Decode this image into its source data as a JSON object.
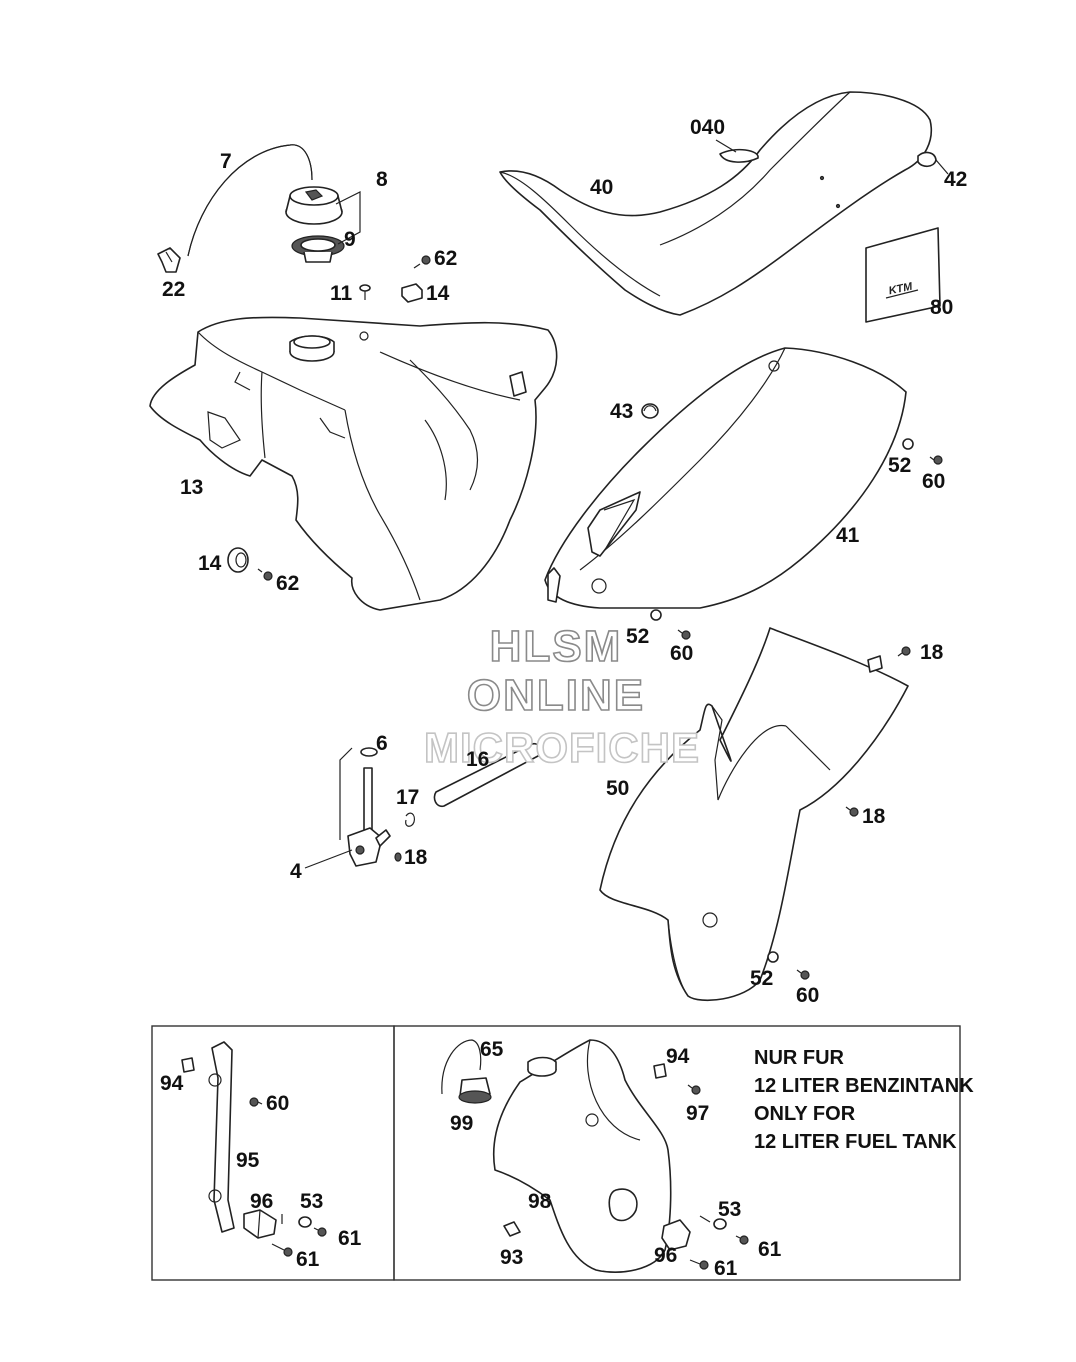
{
  "labels": {
    "l7": "7",
    "l8": "8",
    "l9": "9",
    "l22": "22",
    "l040": "040",
    "l40": "40",
    "l42": "42",
    "l80": "80",
    "l62a": "62",
    "l11": "11",
    "l14a": "14",
    "l13": "13",
    "l14b": "14",
    "l62b": "62",
    "l43": "43",
    "l52a": "52",
    "l60a": "60",
    "l41": "41",
    "l52b": "52",
    "l60b": "60",
    "l18a": "18",
    "l6": "6",
    "l16": "16",
    "l17": "17",
    "l4": "4",
    "l18b": "18",
    "l50": "50",
    "l18c": "18",
    "l52c": "52",
    "l60c": "60",
    "l94a": "94",
    "l60d": "60",
    "l95": "95",
    "l96a": "96",
    "l53a": "53",
    "l61a": "61",
    "l61b": "61",
    "l65": "65",
    "l99": "99",
    "l98": "98",
    "l93": "93",
    "l94b": "94",
    "l97": "97",
    "l53b": "53",
    "l96b": "96",
    "l61c": "61",
    "l61d": "61"
  },
  "note": {
    "line1": "NUR FUR",
    "line2": "12 LITER BENZINTANK",
    "line3": "ONLY FOR",
    "line4": "12 LITER FUEL TANK"
  },
  "watermark": {
    "line1": "HLSM",
    "line2": "ONLINE",
    "line3": "MICROFICHE"
  },
  "logo": {
    "brand": "KTM"
  },
  "colors": {
    "background": "#ffffff",
    "line": "#222222",
    "watermark_stroke": "#8a8a8a"
  }
}
